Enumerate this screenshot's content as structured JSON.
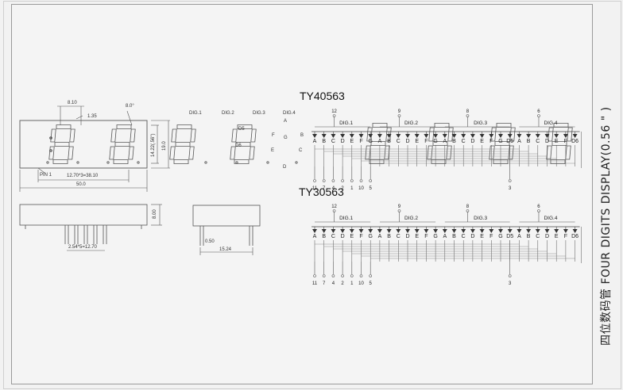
{
  "models": {
    "top": "TY40563",
    "bottom": "TY30563"
  },
  "side_title": "四位数码管  FOUR DIGITS DISPLAY(0.56 \" )",
  "front_view": {
    "dim_top_a": "8.10",
    "dim_top_b": "1.35",
    "dim_top_c": "8.0°",
    "dim_height_inner": "14.22(.56\")",
    "dim_height_outer": "19.0",
    "pin_label": "PIN 1",
    "dim_pitch": "12.70*3=38.10",
    "dim_width": "50.0"
  },
  "side_view": {
    "dim_height": "8.00",
    "dim_pins": "2.54*5=12.70"
  },
  "end_view": {
    "dim_pin": "0.50",
    "dim_width": "15.24"
  },
  "digit_map": {
    "digits": [
      "DIG.1",
      "DIG.2",
      "DIG.3",
      "DIG.4"
    ],
    "segments": [
      "A",
      "B",
      "C",
      "D",
      "E",
      "F",
      "G",
      "D5",
      "D6"
    ]
  },
  "schematic": {
    "segment_row": [
      "A",
      "B",
      "C",
      "D",
      "E",
      "F",
      "G",
      "A",
      "B",
      "C",
      "D",
      "E",
      "F",
      "G",
      "A",
      "B",
      "C",
      "D",
      "E",
      "F",
      "G",
      "D5",
      "A",
      "B",
      "C",
      "D",
      "E",
      "F",
      "D6"
    ],
    "digit_groups": [
      {
        "label": "DIG.1",
        "pin": "12"
      },
      {
        "label": "DIG.2",
        "pin": "9"
      },
      {
        "label": "DIG.3",
        "pin": "8"
      },
      {
        "label": "DIG.4",
        "pin": "6"
      }
    ],
    "bottom_pins": [
      "11",
      "7",
      "4",
      "2",
      "1",
      "10",
      "5"
    ],
    "extra_pin": "3"
  }
}
